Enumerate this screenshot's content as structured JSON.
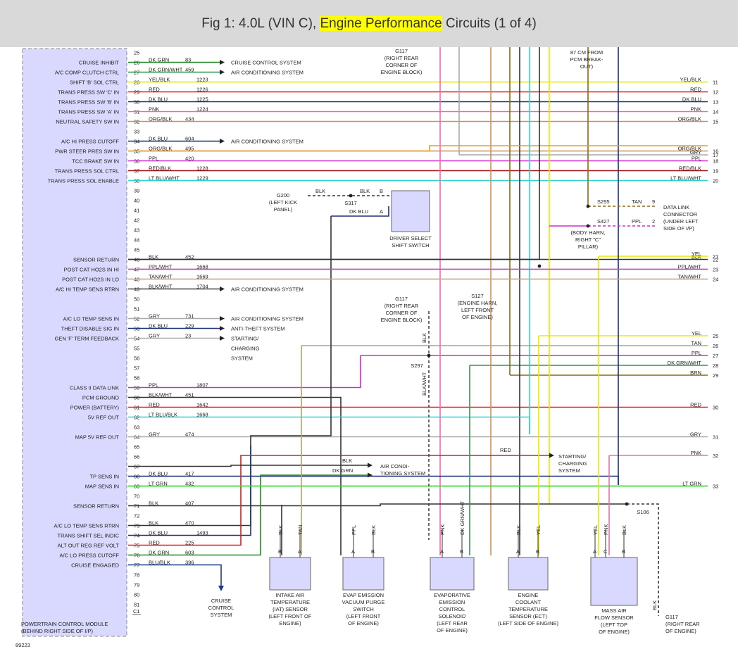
{
  "header": {
    "title_prefix": "Fig 1: 4.0L (VIN C), ",
    "title_highlight": "Engine Performance",
    "title_suffix": " Circuits (1 of 4)"
  },
  "pcm": {
    "label_line1": "POWERTRAIN CONTROL MODULE",
    "label_line2": "(BEHIND RIGHT SIDE OF I/P)",
    "fig_id": "89223",
    "pin_label_c1": "C1"
  },
  "colors": {
    "DK GRN": "#1f8a1f",
    "DK GRN/WHT": "#2e9a4a",
    "YEL/BLK": "#e6e600",
    "RED": "#e01b1b",
    "DK BLU": "#1a2f7a",
    "PNK": "#f06aa8",
    "ORG/BLK": "#c8935a",
    "ORG": "#e0a030",
    "PPL": "#d02ad0",
    "RED/BLK": "#a01010",
    "LT BLU/WHT": "#33d0d0",
    "LT BLU/BLK": "#33c0c0",
    "BLK": "#333333",
    "PPL/WHT": "#b060b0",
    "TAN/WHT": "#c8b48a",
    "BLK/WHT": "#444444",
    "BLK/BLK": "#333333",
    "TAN": "#b8a070",
    "GRY": "#aaaaaa",
    "LT GRN": "#3ade3a",
    "BLU/BLK": "#1a3a8a",
    "YEL": "#e8e800",
    "BRN": "#8b6914",
    "pcm_fill": "#d9d9ff"
  },
  "pins": [
    {
      "n": "25",
      "func": "",
      "color": "",
      "circuit": "",
      "dest": ""
    },
    {
      "n": "26",
      "func": "CRUISE INHIBIT",
      "color": "DK GRN",
      "circuit": "83",
      "dest": "CRUISE CONTROL SYSTEM"
    },
    {
      "n": "27",
      "func": "A/C COMP CLUTCH CTRL",
      "color": "DK GRN/WHT",
      "circuit": "459",
      "dest": "AIR CONDITIONING SYSTEM"
    },
    {
      "n": "28",
      "func": "SHIFT 'B' SOL CTRL",
      "color": "YEL/BLK",
      "circuit": "1223",
      "dest": "",
      "right_label": "YEL/BLK",
      "right_num": "11"
    },
    {
      "n": "29",
      "func": "TRANS PRESS SW 'C' IN",
      "color": "RED",
      "circuit": "1226",
      "dest": "",
      "right_label": "RED",
      "right_num": "12"
    },
    {
      "n": "30",
      "func": "TRANS PRESS SW 'B' IN",
      "color": "DK BLU",
      "circuit": "1225",
      "dest": "",
      "right_label": "DK BLU",
      "right_num": "13"
    },
    {
      "n": "31",
      "func": "TRANS PRESS SW 'A' IN",
      "color": "PNK",
      "circuit": "1224",
      "dest": "",
      "right_label": "PNK",
      "right_num": "14"
    },
    {
      "n": "32",
      "func": "NEUTRAL SAFETY SW IN",
      "color": "ORG/BLK",
      "circuit": "434",
      "dest": "",
      "right_label": "ORG/BLK",
      "right_num": "15"
    },
    {
      "n": "33",
      "func": "",
      "color": "",
      "circuit": "",
      "dest": ""
    },
    {
      "n": "34",
      "func": "A/C HI PRESS CUTOFF",
      "color": "DK BLU",
      "circuit": "604",
      "dest": "AIR CONDITIONING SYSTEM"
    },
    {
      "n": "35",
      "func": "PWR STEER PRES SW IN",
      "color": "ORG/BLK",
      "circuit": "495",
      "dest": "",
      "right_label": "ORG/BLK",
      "right_num": "16"
    },
    {
      "n": "36",
      "func": "TCC BRAKE SW IN",
      "color": "PPL",
      "circuit": "420",
      "dest": "",
      "right_label": "PPL",
      "right_num": "18"
    },
    {
      "n": "37",
      "func": "TRANS PRESS SOL CTRL",
      "color": "RED/BLK",
      "circuit": "1228",
      "dest": "",
      "right_label": "RED/BLK",
      "right_num": "19"
    },
    {
      "n": "38",
      "func": "TRANS PRESS SOL ENABLE",
      "color": "LT BLU/WHT",
      "circuit": "1229",
      "dest": "",
      "right_label": "LT BLU/WHT",
      "right_num": "20"
    },
    {
      "n": "39",
      "func": "",
      "color": "",
      "circuit": "",
      "dest": ""
    },
    {
      "n": "40",
      "func": "",
      "color": "",
      "circuit": "",
      "dest": ""
    },
    {
      "n": "41",
      "func": "",
      "color": "",
      "circuit": "",
      "dest": ""
    },
    {
      "n": "42",
      "func": "",
      "color": "",
      "circuit": "",
      "dest": ""
    },
    {
      "n": "43",
      "func": "",
      "color": "",
      "circuit": "",
      "dest": ""
    },
    {
      "n": "44",
      "func": "",
      "color": "",
      "circuit": "",
      "dest": ""
    },
    {
      "n": "45",
      "func": "",
      "color": "",
      "circuit": "",
      "dest": ""
    },
    {
      "n": "46",
      "func": "SENSOR RETURN",
      "color": "BLK",
      "circuit": "452",
      "dest": "",
      "right_label": "BLK",
      "right_num": "22"
    },
    {
      "n": "47",
      "func": "POST CAT HO2S IN HI",
      "color": "PPL/WHT",
      "circuit": "1668",
      "dest": "",
      "right_label": "PPL/WHT",
      "right_num": "23"
    },
    {
      "n": "48",
      "func": "POST CAT HO2S IN LO",
      "color": "TAN/WHT",
      "circuit": "1669",
      "dest": "",
      "right_label": "TAN/WHT",
      "right_num": "24"
    },
    {
      "n": "49",
      "func": "A/C HI TEMP SENS RTRN",
      "color": "BLK/WHT",
      "circuit": "1704",
      "dest": "AIR CONDITIONING SYSTEM"
    },
    {
      "n": "50",
      "func": "",
      "color": "",
      "circuit": "",
      "dest": ""
    },
    {
      "n": "51",
      "func": "",
      "color": "",
      "circuit": "",
      "dest": ""
    },
    {
      "n": "52",
      "func": "A/C LO TEMP SENS IN",
      "color": "GRY",
      "circuit": "731",
      "dest": "AIR CONDITIONING SYSTEM"
    },
    {
      "n": "53",
      "func": "THEFT DISABLE SIG IN",
      "color": "DK BLU",
      "circuit": "229",
      "dest": "ANTI-THEFT SYSTEM"
    },
    {
      "n": "54",
      "func": "GEN 'F' TERM FEEDBACK",
      "color": "GRY",
      "circuit": "23",
      "dest": "STARTING/"
    },
    {
      "n": "55",
      "func": "",
      "color": "",
      "circuit": "",
      "dest": "CHARGING"
    },
    {
      "n": "56",
      "func": "",
      "color": "",
      "circuit": "",
      "dest": "SYSTEM"
    },
    {
      "n": "57",
      "func": "",
      "color": "",
      "circuit": "",
      "dest": ""
    },
    {
      "n": "58",
      "func": "",
      "color": "",
      "circuit": "",
      "dest": ""
    },
    {
      "n": "59",
      "func": "CLASS II DATA LINK",
      "color": "PPL",
      "circuit": "1807",
      "dest": ""
    },
    {
      "n": "60",
      "func": "PCM GROUND",
      "color": "BLK/WHT",
      "circuit": "451",
      "dest": ""
    },
    {
      "n": "61",
      "func": "POWER (BATTERY)",
      "color": "RED",
      "circuit": "1642",
      "dest": "",
      "right_label": "RED",
      "right_num": "30"
    },
    {
      "n": "62",
      "func": "5V REF OUT",
      "color": "LT BLU/BLK",
      "circuit": "1668",
      "dest": ""
    },
    {
      "n": "63",
      "func": "",
      "color": "",
      "circuit": "",
      "dest": ""
    },
    {
      "n": "64",
      "func": "MAP 5V REF OUT",
      "color": "GRY",
      "circuit": "474",
      "dest": "",
      "right_label": "GRY",
      "right_num": "31"
    },
    {
      "n": "65",
      "func": "",
      "color": "",
      "circuit": "",
      "dest": ""
    },
    {
      "n": "66",
      "func": "",
      "color": "",
      "circuit": "",
      "dest": ""
    },
    {
      "n": "67",
      "func": "",
      "color": "",
      "circuit": "",
      "dest": ""
    },
    {
      "n": "68",
      "func": "TP SENS IN",
      "color": "DK BLU",
      "circuit": "417",
      "dest": ""
    },
    {
      "n": "69",
      "func": "MAP SENS IN",
      "color": "LT GRN",
      "circuit": "432",
      "dest": "",
      "right_label": "LT GRN",
      "right_num": "33"
    },
    {
      "n": "70",
      "func": "",
      "color": "",
      "circuit": "",
      "dest": ""
    },
    {
      "n": "71",
      "func": "SENSOR RETURN",
      "color": "BLK",
      "circuit": "407",
      "dest": ""
    },
    {
      "n": "72",
      "func": "",
      "color": "",
      "circuit": "",
      "dest": ""
    },
    {
      "n": "73",
      "func": "A/C LO TEMP SENS RTRN",
      "color": "BLK",
      "circuit": "470",
      "dest": ""
    },
    {
      "n": "74",
      "func": "TRANS SHIFT SEL INDIC",
      "color": "DK BLU",
      "circuit": "1493",
      "dest": ""
    },
    {
      "n": "75",
      "func": "ALT OUT REG REF VOLT",
      "color": "RED",
      "circuit": "225",
      "dest": ""
    },
    {
      "n": "76",
      "func": "A/C LO PRESS CUTOFF",
      "color": "DK GRN",
      "circuit": "603",
      "dest": ""
    },
    {
      "n": "77",
      "func": "CRUISE ENGAGED",
      "color": "BLU/BLK",
      "circuit": "396",
      "dest": ""
    },
    {
      "n": "78",
      "func": "",
      "color": "",
      "circuit": "",
      "dest": ""
    },
    {
      "n": "79",
      "func": "",
      "color": "",
      "circuit": "",
      "dest": ""
    },
    {
      "n": "80",
      "func": "",
      "color": "",
      "circuit": "",
      "dest": ""
    },
    {
      "n": "81",
      "func": "",
      "color": "",
      "circuit": "",
      "dest": ""
    }
  ],
  "right_extra": [
    {
      "label": "GRY",
      "num": "17"
    },
    {
      "label": "YEL",
      "num": "21"
    },
    {
      "label": "YEL",
      "num": "25"
    },
    {
      "label": "TAN",
      "num": "26"
    },
    {
      "label": "PPL",
      "num": "27"
    },
    {
      "label": "DK GRN/WHT",
      "num": "28"
    },
    {
      "label": "BRN",
      "num": "29"
    },
    {
      "label": "PNK",
      "num": "32"
    }
  ],
  "annotations": {
    "g117_top": [
      "G117",
      "(RIGHT REAR",
      "CORNER OF",
      "ENGINE BLOCK)"
    ],
    "g117_mid": [
      "G117",
      "(RIGHT REAR",
      "CORNER OF",
      "ENGINE BLOCK)"
    ],
    "g117_bottom": [
      "G117",
      "(RIGHT REAR",
      "OF ENGINE)"
    ],
    "top_right_note": [
      "87 CM FROM",
      "PCM BREAK-",
      "OUT)"
    ],
    "g200": [
      "G200",
      "(LEFT KICK",
      "PANEL)"
    ],
    "s317": "S317",
    "s295": "S295",
    "s427": "S427",
    "s127": [
      "S127",
      "(ENGINE HARN,",
      "LEFT FRONT",
      "OF ENGINE)"
    ],
    "s297": "S297",
    "s106": "S106",
    "body_harn": [
      "(BODY HARN,",
      "RIGHT \"C\"",
      "PILLAR)"
    ],
    "dlc": [
      "DATA LINK",
      "CONNECTOR",
      "(UNDER LEFT",
      "SIDE OF I/P)"
    ],
    "dlc_pins": [
      "9",
      "2"
    ],
    "dlc_wires": [
      "TAN",
      "PPL"
    ],
    "dss_title": [
      "DRIVER SELECT",
      "SHIFT SWITCH"
    ],
    "dss_wires": [
      "BLK",
      "BLK",
      "DK BLU"
    ],
    "dss_pins": [
      "B",
      "A"
    ],
    "blk_vert": "BLK",
    "blk_wht_vert": "BLK/WHT",
    "blk_s106": "BLK",
    "red_mid": "RED",
    "blk_mid": "BLK",
    "dkgrn_mid": "DK GRN",
    "ac_sys": [
      "AIR CONDI-",
      "TIONING SYSTEM"
    ],
    "start_sys": [
      "STARTING/",
      "CHARGING",
      "SYSTEM"
    ],
    "cruise_bottom": [
      "CRUISE",
      "CONTROL",
      "SYSTEM"
    ]
  },
  "components": [
    {
      "name": "INTAKE AIR",
      "lines": [
        "INTAKE AIR",
        "TEMPERATURE",
        "(IAT) SENSOR",
        "(LEFT FRONT OF",
        "ENGINE)"
      ],
      "pins": [
        "B",
        "A"
      ],
      "wires": [
        "BLK",
        "TAN"
      ]
    },
    {
      "name": "EVAP EMISSION",
      "lines": [
        "EVAP EMISSION",
        "VACUUM PURGE",
        "SWITCH",
        "(LEFT FRONT",
        "OF ENGINE)"
      ],
      "pins": [
        "A",
        "B"
      ],
      "wires": [
        "PPL",
        "BLK"
      ]
    },
    {
      "name": "EVAPORATIVE",
      "lines": [
        "EVAPORATIVE",
        "EMISSION",
        "CONTROL",
        "SOLENOID",
        "(LEFT REAR",
        "OF ENGINE)"
      ],
      "pins": [
        "A",
        "B"
      ],
      "wires": [
        "PNK",
        "DK GRN/WHT"
      ]
    },
    {
      "name": "ENGINE COOLANT",
      "lines": [
        "ENGINE",
        "COOLANT",
        "TEMPERATURE",
        "SENSOR (ECT)",
        "(LEFT SIDE OF ENGINE)"
      ],
      "pins": [
        "A",
        "B"
      ],
      "wires": [
        "BLK",
        "YEL"
      ]
    },
    {
      "name": "MASS AIR FLOW",
      "lines": [
        "MASS AIR",
        "FLOW SENSOR",
        "(LEFT TOP",
        "OF ENGINE)"
      ],
      "pins": [
        "A",
        "C",
        "B"
      ],
      "wires": [
        "YEL",
        "PNK",
        "BLK"
      ]
    }
  ]
}
